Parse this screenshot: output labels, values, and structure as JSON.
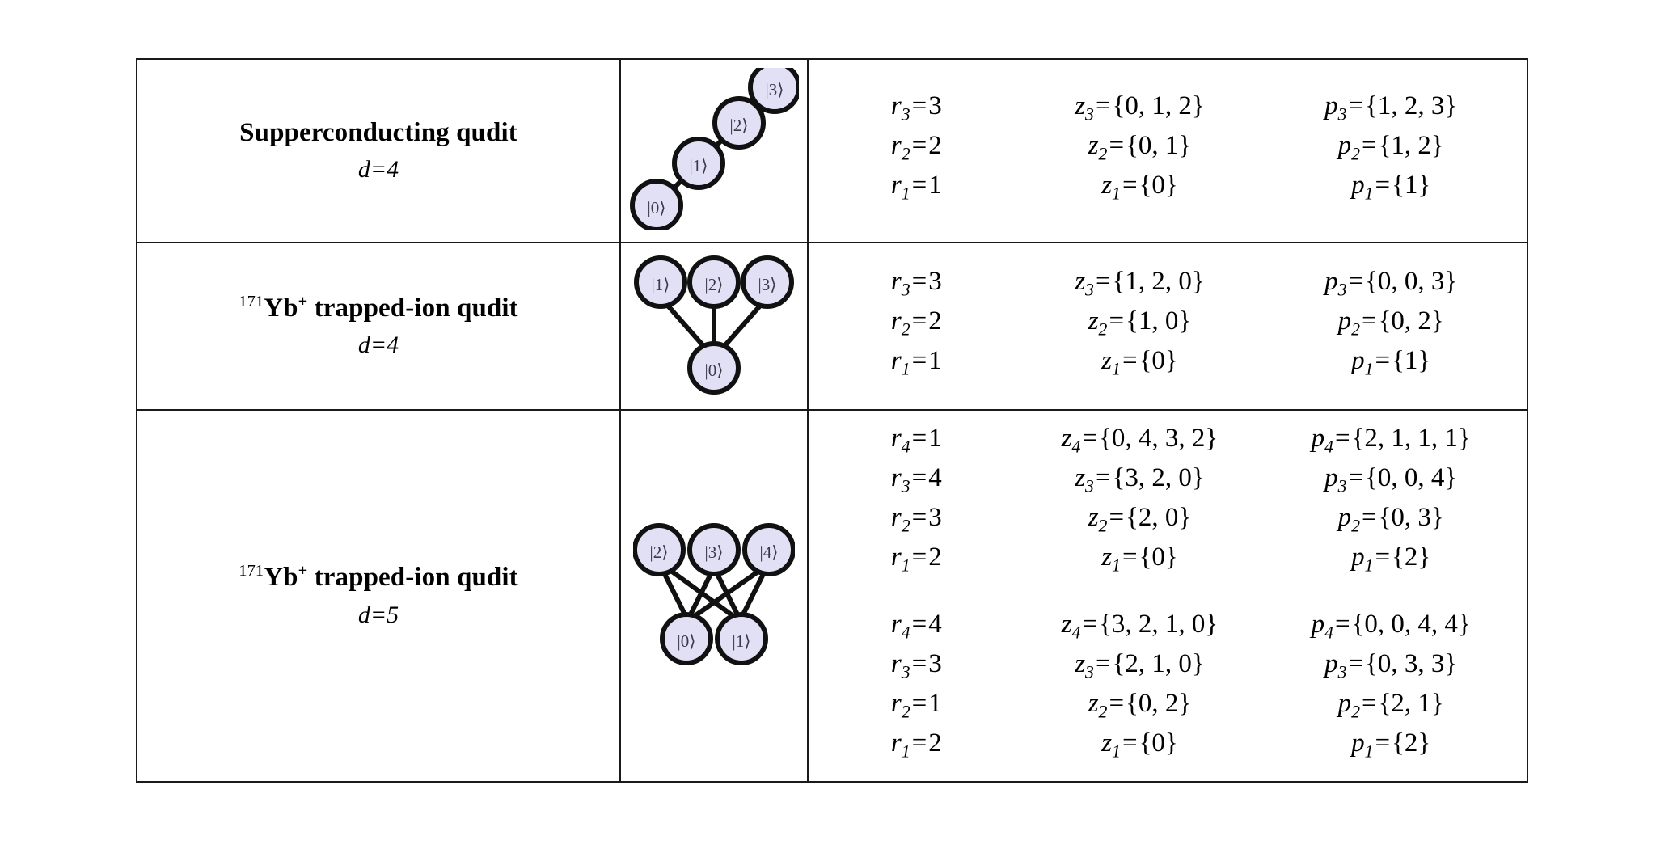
{
  "figure": {
    "type": "table",
    "node_fill": "#e2e0f5",
    "node_stroke": "#111111",
    "border_color": "#1a1a1a",
    "background": "#ffffff"
  },
  "rows": [
    {
      "id": "superconducting-d4",
      "name_title_html": "Supperconducting qudit",
      "name_title_text": "Supperconducting qudit",
      "isotope_prefix": "",
      "element": "",
      "charge": "",
      "dimension_label": "d=4",
      "dimension_symbol": "d",
      "dimension_value": "4",
      "graph": {
        "name": "chain-graph-4",
        "layout": "diagonal-chain",
        "nodes": [
          "|0⟩",
          "|1⟩",
          "|2⟩",
          "|3⟩"
        ],
        "edges": [
          [
            0,
            1
          ],
          [
            1,
            2
          ],
          [
            2,
            3
          ]
        ]
      },
      "param_blocks": [
        {
          "lines": [
            {
              "r_sub": "3",
              "r_val": "3",
              "z_sub": "3",
              "z_val": "{0, 1, 2}",
              "p_sub": "3",
              "p_val": "{1, 2, 3}"
            },
            {
              "r_sub": "2",
              "r_val": "2",
              "z_sub": "2",
              "z_val": "{0, 1}",
              "p_sub": "2",
              "p_val": "{1, 2}"
            },
            {
              "r_sub": "1",
              "r_val": "1",
              "z_sub": "1",
              "z_val": "{0}",
              "p_sub": "1",
              "p_val": "{1}"
            }
          ]
        }
      ]
    },
    {
      "id": "yb171-trapped-ion-d4",
      "name_title_html": "<span class=\"iso-pre\">171</span>Yb<sup>+</sup> trapped-ion qudit",
      "name_title_text": "171Yb+ trapped-ion qudit",
      "isotope_prefix": "171",
      "element": "Yb",
      "charge": "+",
      "dimension_label": "d=4",
      "dimension_symbol": "d",
      "dimension_value": "4",
      "graph": {
        "name": "star-graph-4",
        "layout": "star",
        "nodes": [
          "|1⟩",
          "|2⟩",
          "|3⟩",
          "|0⟩"
        ],
        "center": "|0⟩",
        "edges": [
          [
            3,
            0
          ],
          [
            3,
            1
          ],
          [
            3,
            2
          ]
        ]
      },
      "param_blocks": [
        {
          "lines": [
            {
              "r_sub": "3",
              "r_val": "3",
              "z_sub": "3",
              "z_val": "{1, 2, 0}",
              "p_sub": "3",
              "p_val": "{0, 0, 3}"
            },
            {
              "r_sub": "2",
              "r_val": "2",
              "z_sub": "2",
              "z_val": "{1, 0}",
              "p_sub": "2",
              "p_val": "{0, 2}"
            },
            {
              "r_sub": "1",
              "r_val": "1",
              "z_sub": "1",
              "z_val": "{0}",
              "p_sub": "1",
              "p_val": "{1}"
            }
          ]
        }
      ]
    },
    {
      "id": "yb171-trapped-ion-d5",
      "name_title_html": "<span class=\"iso-pre\">171</span>Yb<sup>+</sup> trapped-ion qudit",
      "name_title_text": "171Yb+ trapped-ion qudit",
      "isotope_prefix": "171",
      "element": "Yb",
      "charge": "+",
      "dimension_label": "d=5",
      "dimension_symbol": "d",
      "dimension_value": "5",
      "graph": {
        "name": "bipartite-graph-5",
        "layout": "complete-bipartite-3x2",
        "top_nodes": [
          "|2⟩",
          "|3⟩",
          "|4⟩"
        ],
        "bottom_nodes": [
          "|0⟩",
          "|1⟩"
        ],
        "edges": [
          [
            "|2⟩",
            "|0⟩"
          ],
          [
            "|2⟩",
            "|1⟩"
          ],
          [
            "|3⟩",
            "|0⟩"
          ],
          [
            "|3⟩",
            "|1⟩"
          ],
          [
            "|4⟩",
            "|0⟩"
          ],
          [
            "|4⟩",
            "|1⟩"
          ]
        ]
      },
      "param_blocks": [
        {
          "lines": [
            {
              "r_sub": "4",
              "r_val": "1",
              "z_sub": "4",
              "z_val": "{0, 4, 3, 2}",
              "p_sub": "4",
              "p_val": "{2, 1, 1, 1}"
            },
            {
              "r_sub": "3",
              "r_val": "4",
              "z_sub": "3",
              "z_val": "{3, 2, 0}",
              "p_sub": "3",
              "p_val": "{0, 0, 4}"
            },
            {
              "r_sub": "2",
              "r_val": "3",
              "z_sub": "2",
              "z_val": "{2, 0}",
              "p_sub": "2",
              "p_val": "{0, 3}"
            },
            {
              "r_sub": "1",
              "r_val": "2",
              "z_sub": "1",
              "z_val": "{0}",
              "p_sub": "1",
              "p_val": "{2}"
            }
          ]
        },
        {
          "lines": [
            {
              "r_sub": "4",
              "r_val": "4",
              "z_sub": "4",
              "z_val": "{3, 2, 1, 0}",
              "p_sub": "4",
              "p_val": "{0, 0, 4, 4}"
            },
            {
              "r_sub": "3",
              "r_val": "3",
              "z_sub": "3",
              "z_val": "{2, 1, 0}",
              "p_sub": "3",
              "p_val": "{0, 3, 3}"
            },
            {
              "r_sub": "2",
              "r_val": "1",
              "z_sub": "2",
              "z_val": "{0, 2}",
              "p_sub": "2",
              "p_val": "{2, 1}"
            },
            {
              "r_sub": "1",
              "r_val": "2",
              "z_sub": "1",
              "z_val": "{0}",
              "p_sub": "1",
              "p_val": "{2}"
            }
          ]
        }
      ]
    }
  ],
  "symbols": {
    "r": "r",
    "z": "z",
    "p": "p",
    "equals": "="
  }
}
